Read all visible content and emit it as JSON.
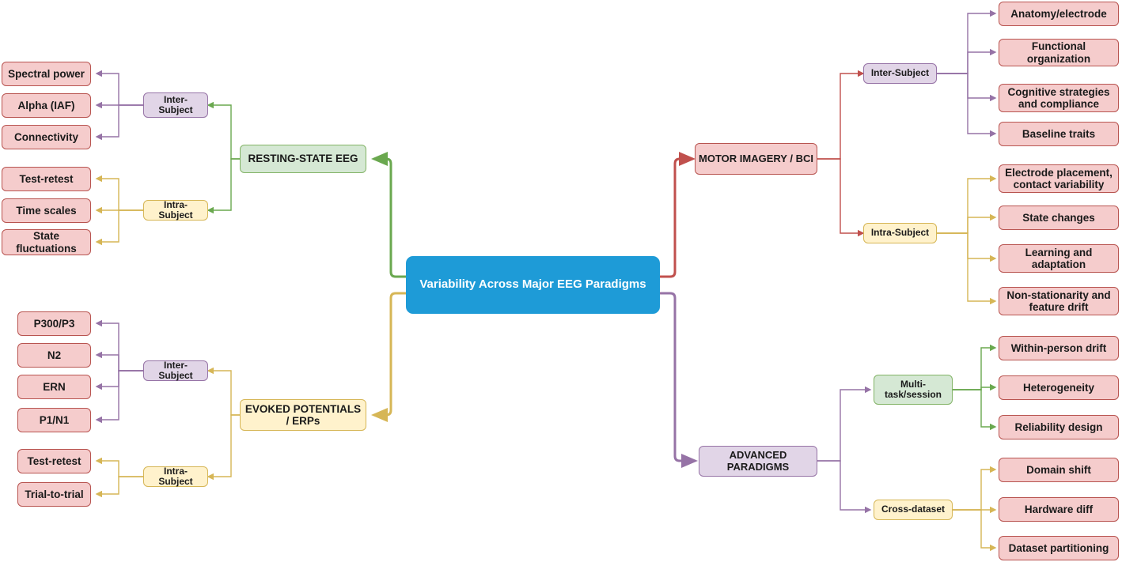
{
  "diagram": {
    "type": "mindmap",
    "title": "Variability Across Major EEG Paradigms",
    "center": {
      "label": "Variability Across Major EEG Paradigms",
      "color": "#1e9bd7"
    }
  },
  "colors": {
    "center_fill": "#1e9bd7",
    "leaf_fill": "#f5cccc",
    "leaf_stroke": "#b85450",
    "purple_fill": "#e1d5e7",
    "purple_stroke": "#9673a6",
    "yellow_fill": "#fff2cc",
    "yellow_stroke": "#d6b656",
    "green_fill": "#d5e8d4",
    "green_stroke": "#82b366"
  },
  "branches": {
    "resting": {
      "label": "RESTING-STATE EEG",
      "edge_color": "#6aa84f",
      "groups": [
        {
          "label": "Inter-Subject",
          "edge_color": "#9673a6",
          "items": [
            "Spectral power",
            "Alpha (IAF)",
            "Connectivity"
          ]
        },
        {
          "label": "Intra-Subject",
          "edge_color": "#d6b656",
          "items": [
            "Test-retest",
            "Time scales",
            "State fluctuations"
          ]
        }
      ]
    },
    "erp": {
      "label": "EVOKED POTENTIALS / ERPs",
      "edge_color": "#d6b656",
      "groups": [
        {
          "label": "Inter-Subject",
          "edge_color": "#9673a6",
          "items": [
            "P300/P3",
            "N2",
            "ERN",
            "P1/N1"
          ]
        },
        {
          "label": "Intra-Subject",
          "edge_color": "#d6b656",
          "items": [
            "Test-retest",
            "Trial-to-trial"
          ]
        }
      ]
    },
    "motor": {
      "label": "MOTOR IMAGERY / BCI",
      "edge_color": "#c0504d",
      "groups": [
        {
          "label": "Inter-Subject",
          "edge_color": "#9673a6",
          "items": [
            "Anatomy/electrode",
            "Functional organization",
            "Cognitive strategies and compliance",
            "Baseline traits"
          ]
        },
        {
          "label": "Intra-Subject",
          "edge_color": "#d6b656",
          "items": [
            "Electrode placement, contact variability",
            "State changes",
            "Learning and adaptation",
            "Non-stationarity and feature drift"
          ]
        }
      ]
    },
    "advanced": {
      "label": "ADVANCED PARADIGMS",
      "edge_color": "#9673a6",
      "groups": [
        {
          "label": "Multi-task/session",
          "edge_color": "#6aa84f",
          "items": [
            "Within-person drift",
            "Heterogeneity",
            "Reliability design"
          ]
        },
        {
          "label": "Cross-dataset",
          "edge_color": "#d6b656",
          "items": [
            "Domain shift",
            "Hardware diff",
            "Dataset partitioning"
          ]
        }
      ]
    }
  }
}
